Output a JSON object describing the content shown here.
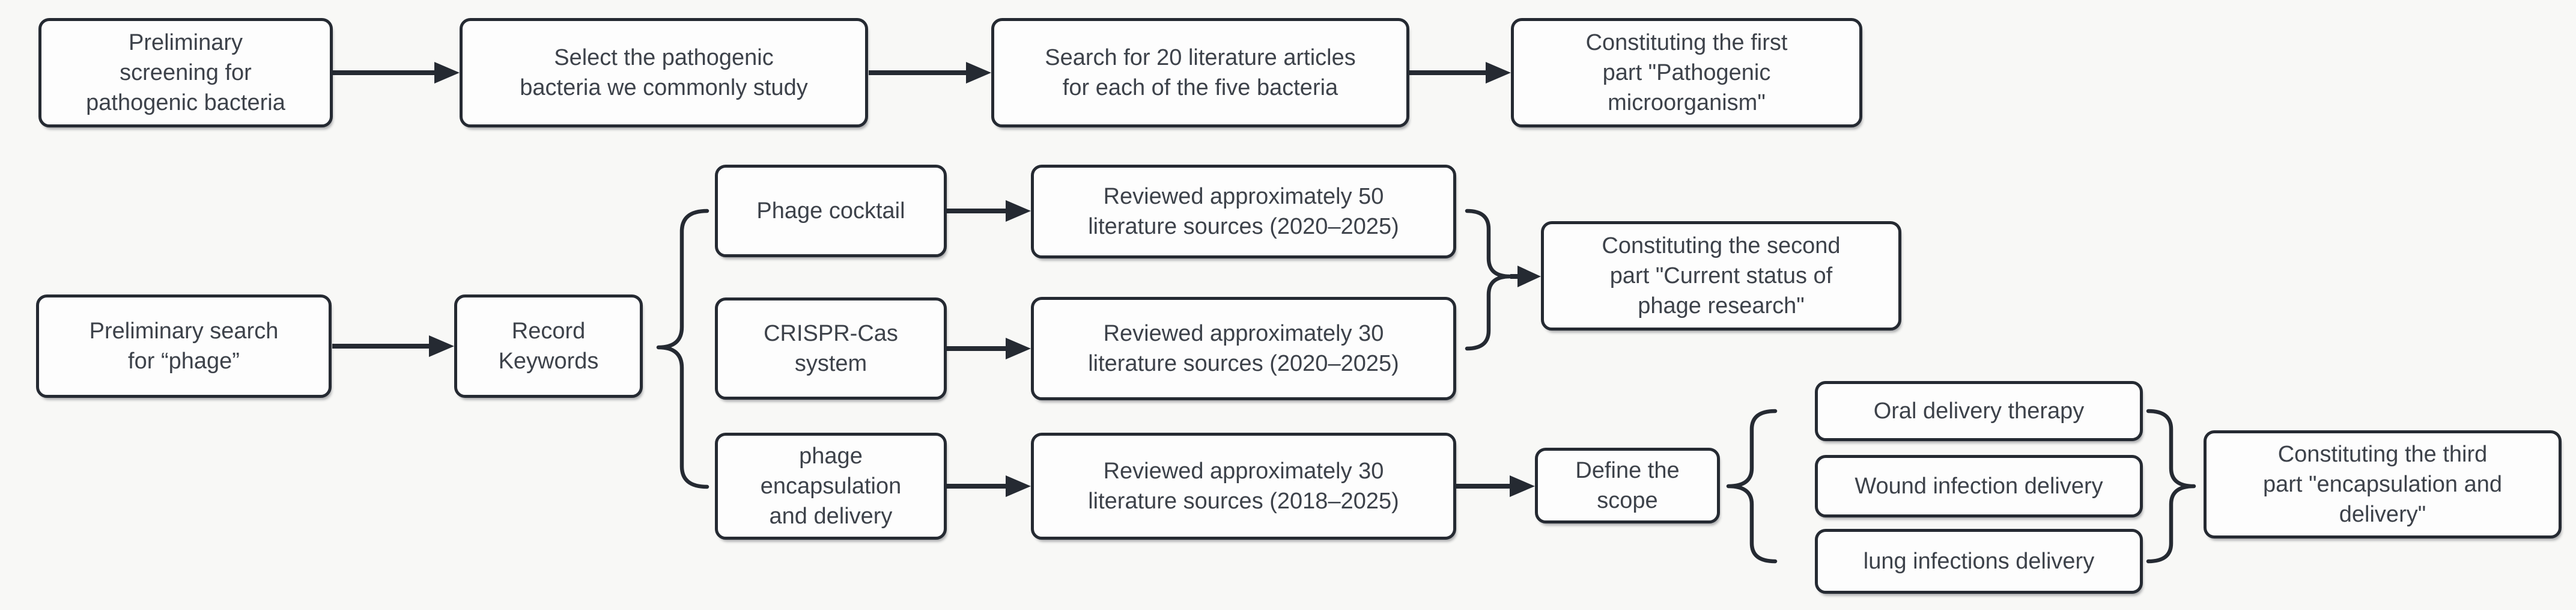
{
  "palette": {
    "background": "#f8f8f6",
    "box_fill": "#fdfdfd",
    "stroke": "#252a32",
    "text": "#3d424a"
  },
  "flow": {
    "top_row": {
      "step1": "Preliminary\nscreening for\npathogenic bacteria",
      "step2": "Select the pathogenic\nbacteria we commonly study",
      "step3": "Search for 20 literature articles\nfor each of the five bacteria",
      "result": "Constituting the first\npart \"Pathogenic\nmicroorganism\""
    },
    "phage": {
      "start": "Preliminary search\nfor “phage”",
      "record": "Record\nKeywords",
      "branches": {
        "cocktail": {
          "keyword": "Phage cocktail",
          "review": "Reviewed approximately 50\nliterature sources (2020–2025)"
        },
        "crispr": {
          "keyword": "CRISPR-Cas\nsystem",
          "review": "Reviewed approximately 30\nliterature sources (2020–2025)"
        },
        "encapsulation": {
          "keyword": "phage\nencapsulation\nand delivery",
          "review": "Reviewed approximately 30\nliterature sources (2018–2025)"
        }
      },
      "part2_result": "Constituting the second\npart \"Current status of\nphage research\"",
      "define_scope": "Define the\nscope",
      "scopes": {
        "oral": "Oral delivery therapy",
        "wound": "Wound infection delivery",
        "lung": "lung infections delivery"
      },
      "part3_result": "Constituting the third\npart \"encapsulation and\ndelivery\""
    }
  }
}
